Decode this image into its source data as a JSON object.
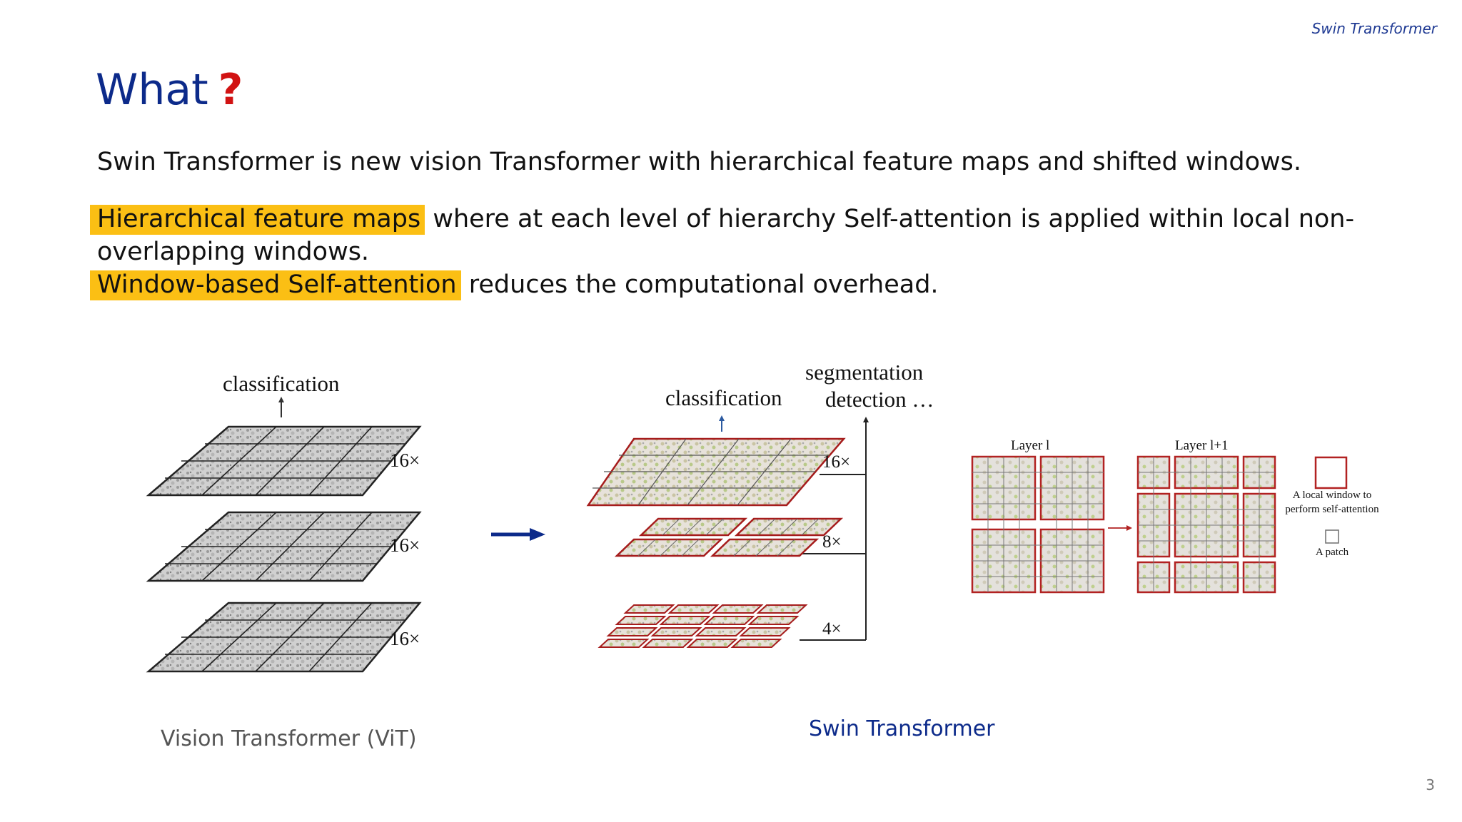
{
  "header": {
    "label": "Swin Transformer"
  },
  "title": {
    "text": "What",
    "mark": "?"
  },
  "body": {
    "line1": "Swin Transformer is new vision Transformer with hierarchical feature maps and shifted windows.",
    "p2_highlight": "Hierarchical feature maps",
    "p2_rest": " where at each level of hierarchy Self-attention is applied within local non-",
    "p2_line2": "overlapping windows.",
    "p3_highlight": "Window-based Self-attention",
    "p3_rest": " reduces the computational overhead."
  },
  "vit_figure": {
    "top_label": "classification",
    "layers": [
      "16×",
      "16×",
      "16×"
    ],
    "caption": "Vision Transformer (ViT)"
  },
  "swin_figure": {
    "classification_label": "classification",
    "segmentation_label": "segmentation",
    "detection_label": "detection …",
    "layers": [
      "16×",
      "8×",
      "4×"
    ],
    "caption": "Swin Transformer"
  },
  "window_figure": {
    "layer_l": "Layer l",
    "layer_l1": "Layer l+1",
    "legend_window_line1": "A local window to",
    "legend_window_line2": "perform self-attention",
    "legend_patch": "A patch"
  },
  "page_number": "3",
  "colors": {
    "title_blue": "#0c2a8a",
    "question_red": "#d11212",
    "highlight": "#fbbf14",
    "arrow_blue": "#0c2a8a",
    "window_red": "#b22222"
  }
}
